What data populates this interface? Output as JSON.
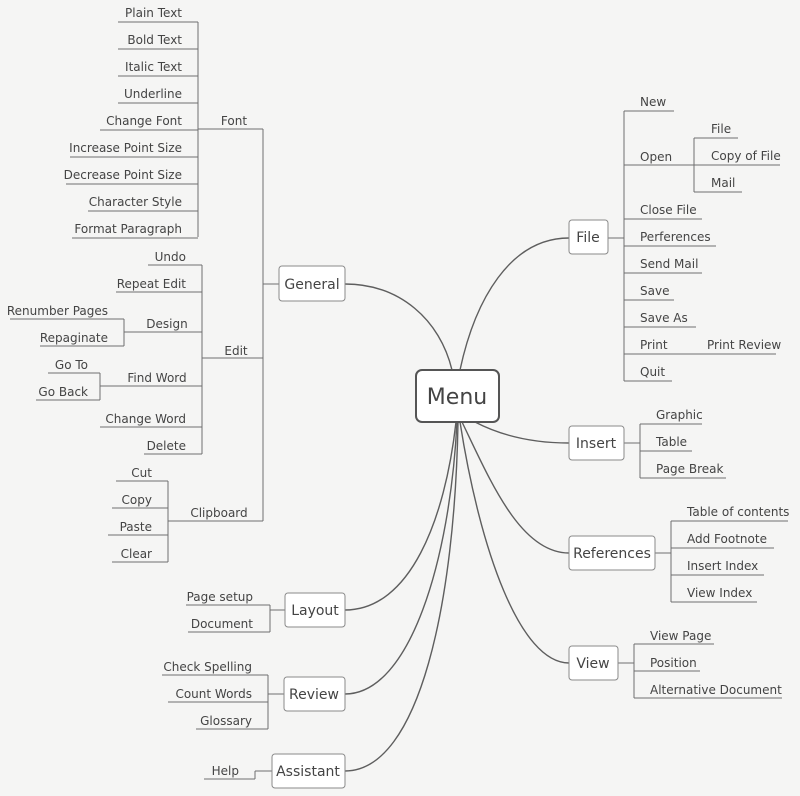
{
  "root": "Menu",
  "branches": {
    "general": {
      "label": "General",
      "font": {
        "label": "Font",
        "items": [
          "Plain Text",
          "Bold Text",
          "Italic Text",
          "Underline",
          "Change Font",
          "Increase Point Size",
          "Decrease Point Size",
          "Character Style",
          "Format Paragraph"
        ]
      },
      "edit": {
        "label": "Edit",
        "undo": "Undo",
        "repeat_edit": "Repeat Edit",
        "design": {
          "label": "Design",
          "items": [
            "Renumber Pages",
            "Repaginate"
          ]
        },
        "find_word": {
          "label": "Find Word",
          "items": [
            "Go To",
            "Go Back"
          ]
        },
        "change_word": "Change Word",
        "delete": "Delete"
      },
      "clipboard": {
        "label": "Clipboard",
        "items": [
          "Cut",
          "Copy",
          "Paste",
          "Clear"
        ]
      }
    },
    "layout": {
      "label": "Layout",
      "items": [
        "Page setup",
        "Document"
      ]
    },
    "review": {
      "label": "Review",
      "items": [
        "Check Spelling",
        "Count Words",
        "Glossary"
      ]
    },
    "assistant": {
      "label": "Assistant",
      "items": [
        "Help"
      ]
    },
    "file": {
      "label": "File",
      "new": "New",
      "open": {
        "label": "Open",
        "items": [
          "File",
          "Copy of File",
          "Mail"
        ]
      },
      "close_file": "Close File",
      "preferences": "Perferences",
      "send_mail": "Send Mail",
      "save": "Save",
      "save_as": "Save As",
      "print": {
        "label": "Print",
        "items": [
          "Print Review"
        ]
      },
      "quit": "Quit"
    },
    "insert": {
      "label": "Insert",
      "items": [
        "Graphic",
        "Table",
        "Page Break"
      ]
    },
    "references": {
      "label": "References",
      "items": [
        "Table of contents",
        "Add Footnote",
        "Insert Index",
        "View Index"
      ]
    },
    "view": {
      "label": "View",
      "items": [
        "View Page",
        "Position",
        "Alternative Document"
      ]
    }
  }
}
